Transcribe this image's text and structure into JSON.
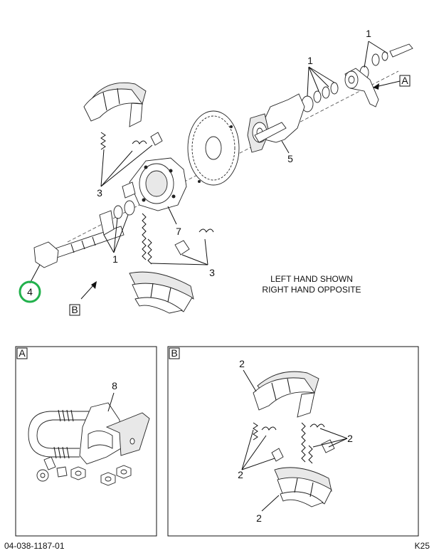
{
  "callouts": {
    "c1_top": "1",
    "c1_mid": "1",
    "c1_left": "1",
    "c3_left": "3",
    "c3_right": "3",
    "c4": "4",
    "c5": "5",
    "c7": "7",
    "c8": "8",
    "c2_top": "2",
    "c2_left": "2",
    "c2_right": "2",
    "c2_bottom": "2"
  },
  "refs": {
    "a_main": "A",
    "b_main": "B",
    "a_panel": "A",
    "b_panel": "B"
  },
  "note": {
    "line1": "LEFT HAND SHOWN",
    "line2": "RIGHT HAND OPPOSITE"
  },
  "footer": {
    "left": "04-038-1187-01",
    "right": "K25"
  },
  "colors": {
    "highlight": "#22b14c",
    "ink": "#111111"
  }
}
